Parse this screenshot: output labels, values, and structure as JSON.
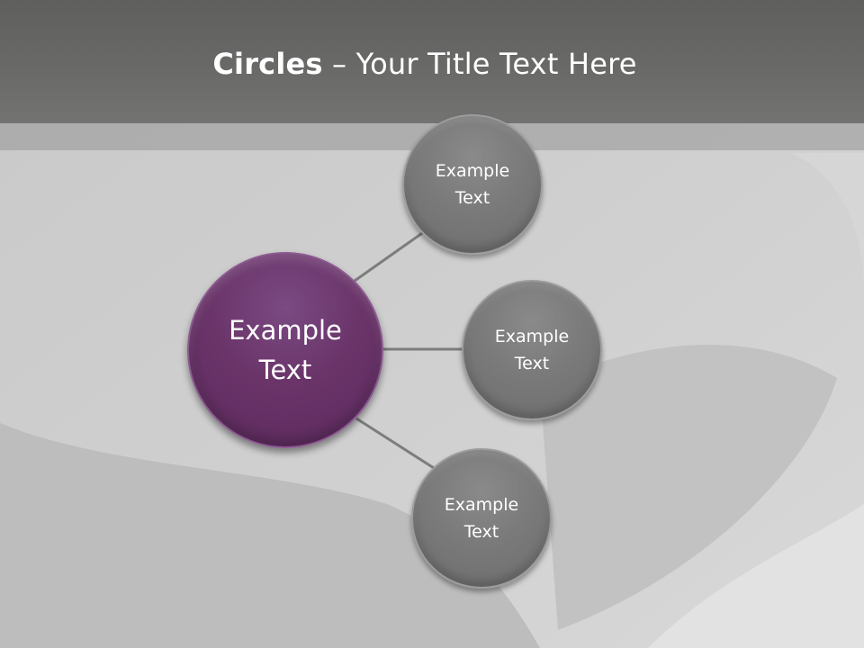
{
  "title": {
    "bold": "Circles",
    "rest": " – Your Title Text Here"
  },
  "center": {
    "label": "Example\nText",
    "color": "#6a3469"
  },
  "nodes": [
    {
      "label": "Example\nText"
    },
    {
      "label": "Example\nText"
    },
    {
      "label": "Example\nText"
    }
  ],
  "colors": {
    "title_bar": "#666665",
    "node": "#777777",
    "connector": "#7d7d7d"
  }
}
